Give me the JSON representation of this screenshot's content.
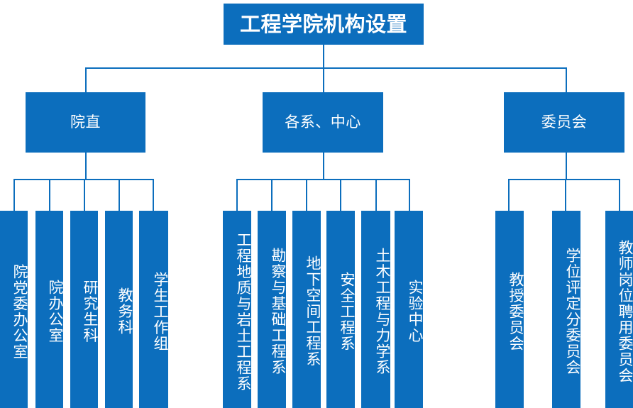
{
  "diagram": {
    "title_box": {
      "label": "工程学院机构设置"
    },
    "accent_color": "#0c6ebd",
    "text_color": "#ffffff",
    "background_color": "#ffffff",
    "branches": [
      {
        "id": "branch-administration",
        "label": "院直",
        "children": [
          {
            "label": "院党委办公室"
          },
          {
            "label": "院办公室"
          },
          {
            "label": "研究生科"
          },
          {
            "label": "教务科"
          },
          {
            "label": "学生工作组"
          }
        ]
      },
      {
        "id": "branch-departments",
        "label": "各系、中心",
        "children": [
          {
            "label": "工程地质与岩土工程系"
          },
          {
            "label": "勘察与基础工程系"
          },
          {
            "label": "地下空间工程系"
          },
          {
            "label": "安全工程系"
          },
          {
            "label": "土木工程与力学系"
          },
          {
            "label": "实验中心"
          }
        ]
      },
      {
        "id": "branch-committees",
        "label": "委员会",
        "children": [
          {
            "label": "教授委员会"
          },
          {
            "label": "学位评定分委员会"
          },
          {
            "label": "教师岗位聘用委员会"
          }
        ]
      }
    ]
  }
}
